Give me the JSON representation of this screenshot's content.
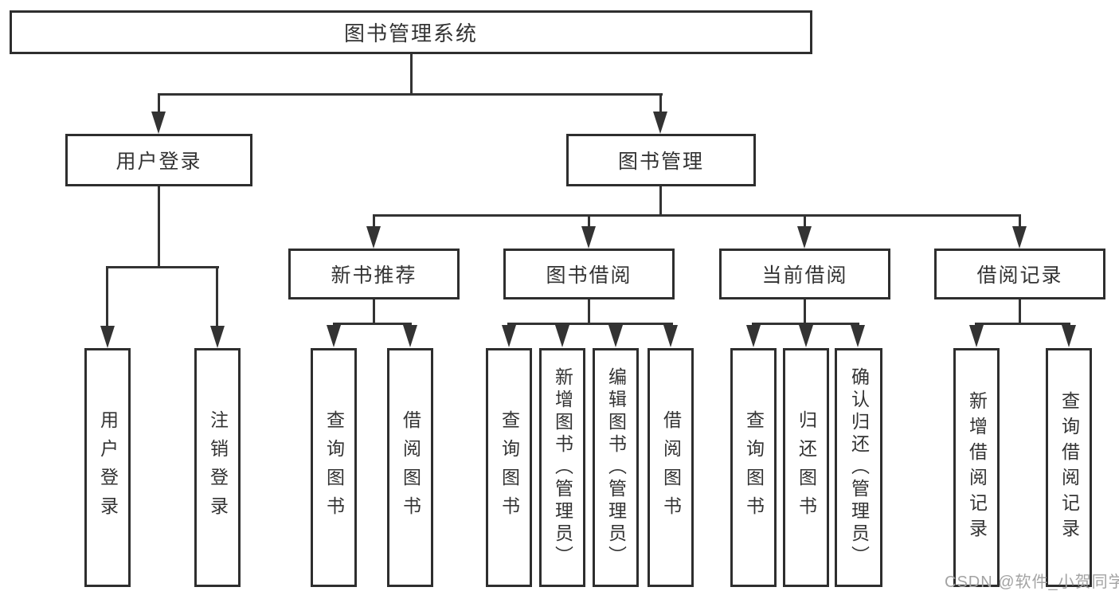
{
  "palette": {
    "background": "#ffffff",
    "box_fill": "#ffffff",
    "box_border": "#2e2e2e",
    "line_color": "#333333",
    "text_color": "#333333",
    "watermark_color": "#a3a3a3"
  },
  "tree": {
    "root": {
      "label": "图书管理系统"
    },
    "login": {
      "label": "用户登录",
      "children": [
        {
          "label": "用户登录"
        },
        {
          "label": "注销登录"
        }
      ]
    },
    "management": {
      "label": "图书管理",
      "groups": [
        {
          "label": "新书推荐",
          "children": [
            {
              "label": "查询图书"
            },
            {
              "label": "借阅图书"
            }
          ]
        },
        {
          "label": "图书借阅",
          "children": [
            {
              "label": "查询图书"
            },
            {
              "label": "新增图书（管理员）"
            },
            {
              "label": "编辑图书（管理员）"
            },
            {
              "label": "借阅图书"
            }
          ]
        },
        {
          "label": "当前借阅",
          "children": [
            {
              "label": "查询图书"
            },
            {
              "label": "归还图书"
            },
            {
              "label": "确认归还（管理员）"
            }
          ]
        },
        {
          "label": "借阅记录",
          "children": [
            {
              "label": "新增借阅记录"
            },
            {
              "label": "查询借阅记录"
            }
          ]
        }
      ]
    }
  },
  "watermark": {
    "text": "CSDN @软件_小贺同学"
  }
}
